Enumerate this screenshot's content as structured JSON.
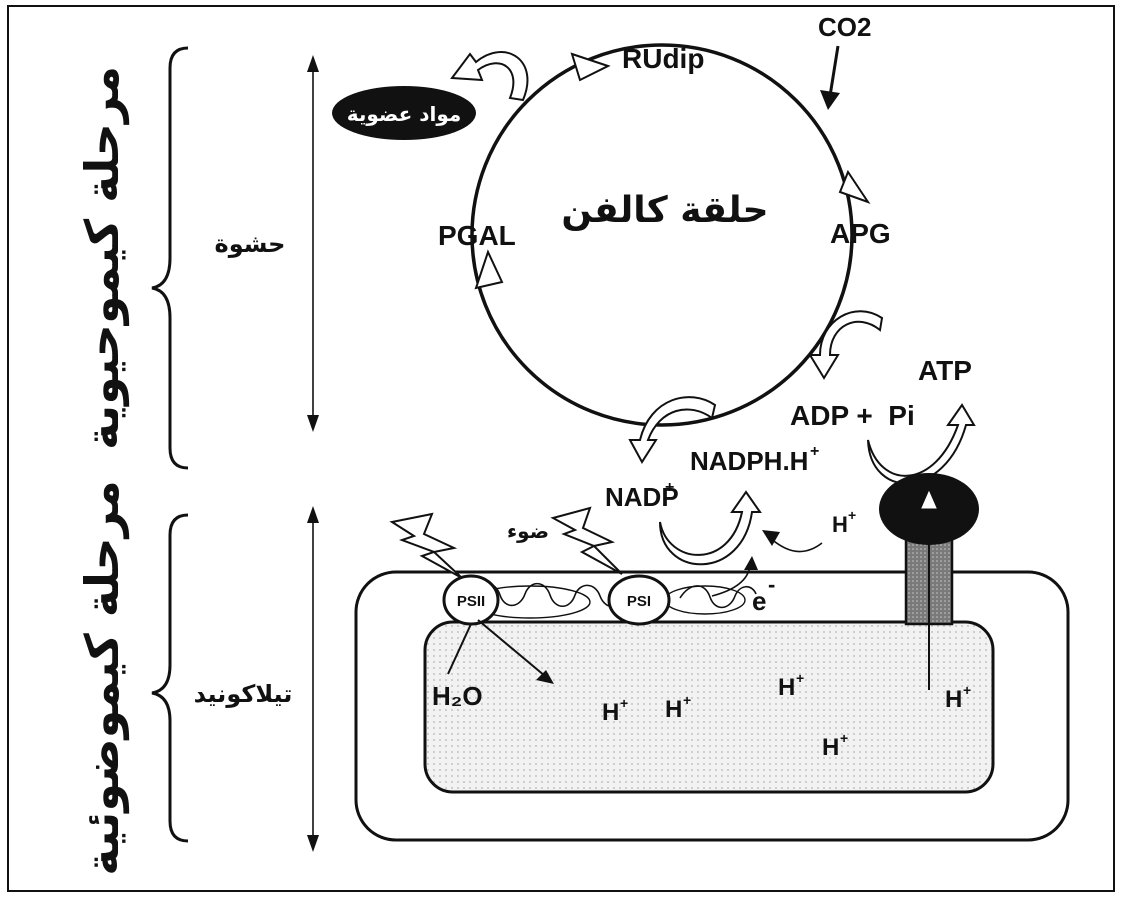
{
  "phases": {
    "chemical": "مرحلة كيموحيوية",
    "photochemical": "مرحلة كيموضوئية"
  },
  "regions": {
    "stroma": "حشوة",
    "thylakoid": "تيلاكونيد"
  },
  "cycle": {
    "name": "حلقة كالفن",
    "rudip": "RUdip",
    "co2": "CO2",
    "apg": "APG",
    "pgal": "PGAL",
    "organic": "مواد عضوية"
  },
  "energy": {
    "atp": "ATP",
    "adp_pi": "ADP +  Pi",
    "nadph": "NADPH.H",
    "nadp": "NADP",
    "plus": "+"
  },
  "membrane": {
    "light": "ضوء",
    "psii": "PSII",
    "psi": "PSI",
    "electron": "e",
    "electron_sign": "-",
    "h2o": "H₂O",
    "proton": "H",
    "proton_sign": "+"
  },
  "colors": {
    "ink": "#111111",
    "inner_fill": "#ececec",
    "channel": "#8a8a8a"
  }
}
